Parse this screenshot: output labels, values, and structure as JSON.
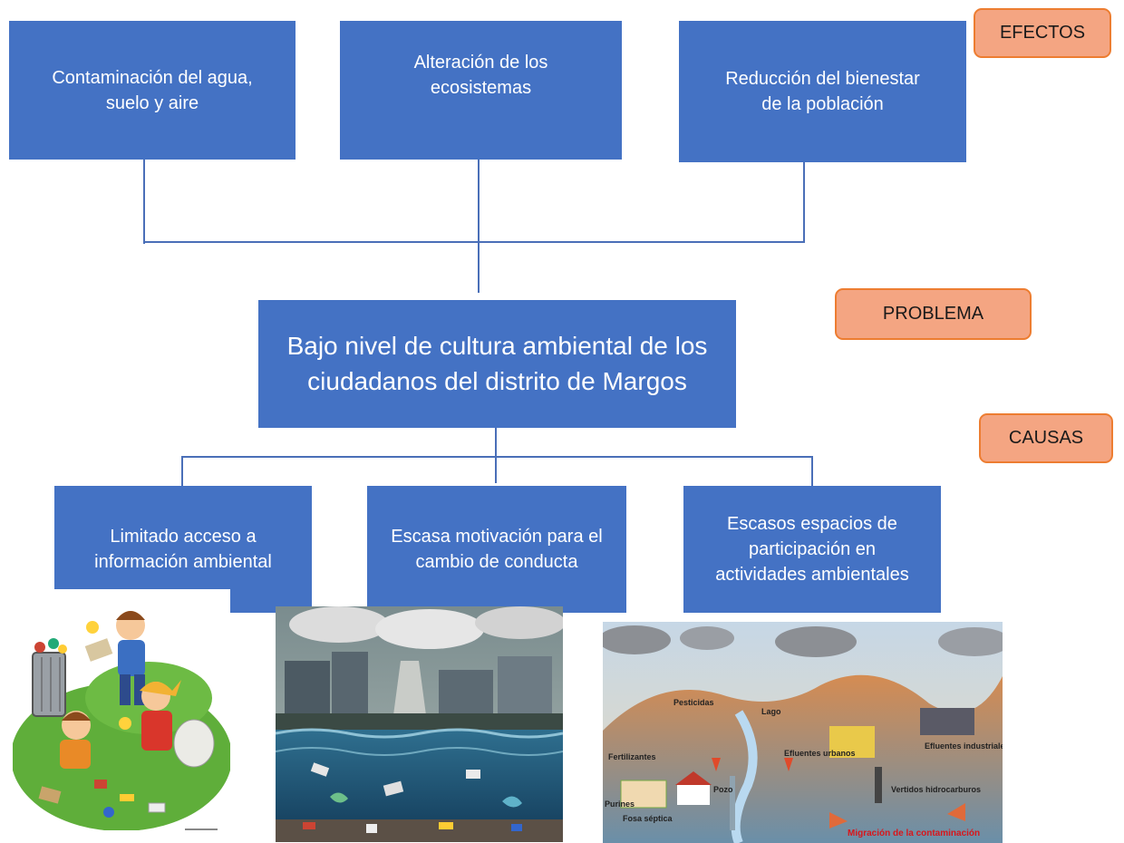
{
  "labels": {
    "effects": "EFECTOS",
    "problem": "PROBLEMA",
    "causes": "CAUSAS"
  },
  "effects": [
    "Contaminación del agua,\nsuelo y aire",
    "Alteración de los\necosistemas",
    "Reducción del bienestar\nde la población"
  ],
  "problem": "Bajo nivel de cultura ambiental de los\nciudadanos del distrito de  Margos",
  "causes": [
    "Limitado acceso a\ninformación ambiental",
    "Escasa motivación para el\ncambio de conducta",
    "Escasos espacios de\nparticipación en\nactividades ambientales"
  ],
  "images": {
    "pollution_diagram_labels": {
      "pesticidas": "Pesticidas",
      "lago": "Lago",
      "fertilizantes": "Fertilizantes",
      "efluentes_urbanos": "Efluentes\nurbanos",
      "efluentes_industriales": "Efluentes\nindustriales",
      "pozo": "Pozo",
      "vertidos": "Vertidos\nhidrocarburos",
      "purines": "Purines",
      "fosa": "Fosa\nséptica",
      "migracion": "Migración de\nla contaminación"
    }
  },
  "colors": {
    "box_fill": "#4472c4",
    "tag_fill": "#f4a582",
    "tag_border": "#ed7d31",
    "connector": "#4a6fb8"
  }
}
